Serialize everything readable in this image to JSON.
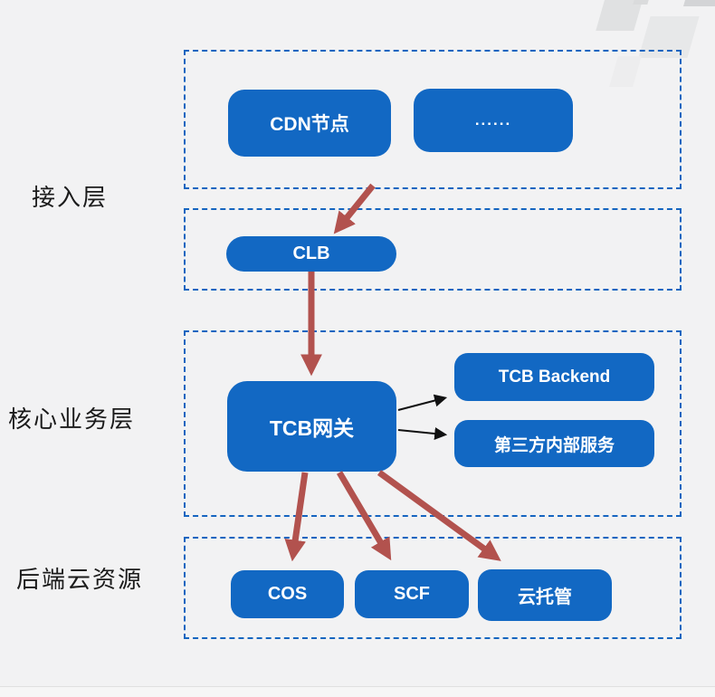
{
  "diagram": {
    "layers": {
      "access": {
        "label": "接入层"
      },
      "core": {
        "label": "核心业务层"
      },
      "resource": {
        "label": "后端云资源"
      }
    },
    "nodes": {
      "cdn": {
        "label": "CDN节点"
      },
      "more": {
        "label": "......"
      },
      "clb": {
        "label": "CLB"
      },
      "gateway": {
        "label": "TCB网关"
      },
      "backend": {
        "label": "TCB Backend"
      },
      "third": {
        "label": "第三方内部服务"
      },
      "cos": {
        "label": "COS"
      },
      "scf": {
        "label": "SCF"
      },
      "cloudrun": {
        "label": "云托管"
      }
    },
    "edges": [
      {
        "from": "access-layer",
        "to": "clb",
        "style": "red-arrow"
      },
      {
        "from": "clb",
        "to": "gateway",
        "style": "red-arrow"
      },
      {
        "from": "gateway",
        "to": "backend",
        "style": "black-arrow"
      },
      {
        "from": "gateway",
        "to": "third",
        "style": "black-arrow"
      },
      {
        "from": "gateway",
        "to": "cos",
        "style": "red-arrow"
      },
      {
        "from": "gateway",
        "to": "scf",
        "style": "red-arrow"
      },
      {
        "from": "gateway",
        "to": "cloudrun",
        "style": "red-arrow"
      }
    ],
    "colors": {
      "node_blue": "#1268c3",
      "dashed_blue": "#1565c0",
      "arrow_red": "#b2524e",
      "arrow_black": "#111111",
      "background": "#f2f2f3",
      "label_text": "#1b1b1b",
      "node_text": "#ffffff"
    }
  }
}
